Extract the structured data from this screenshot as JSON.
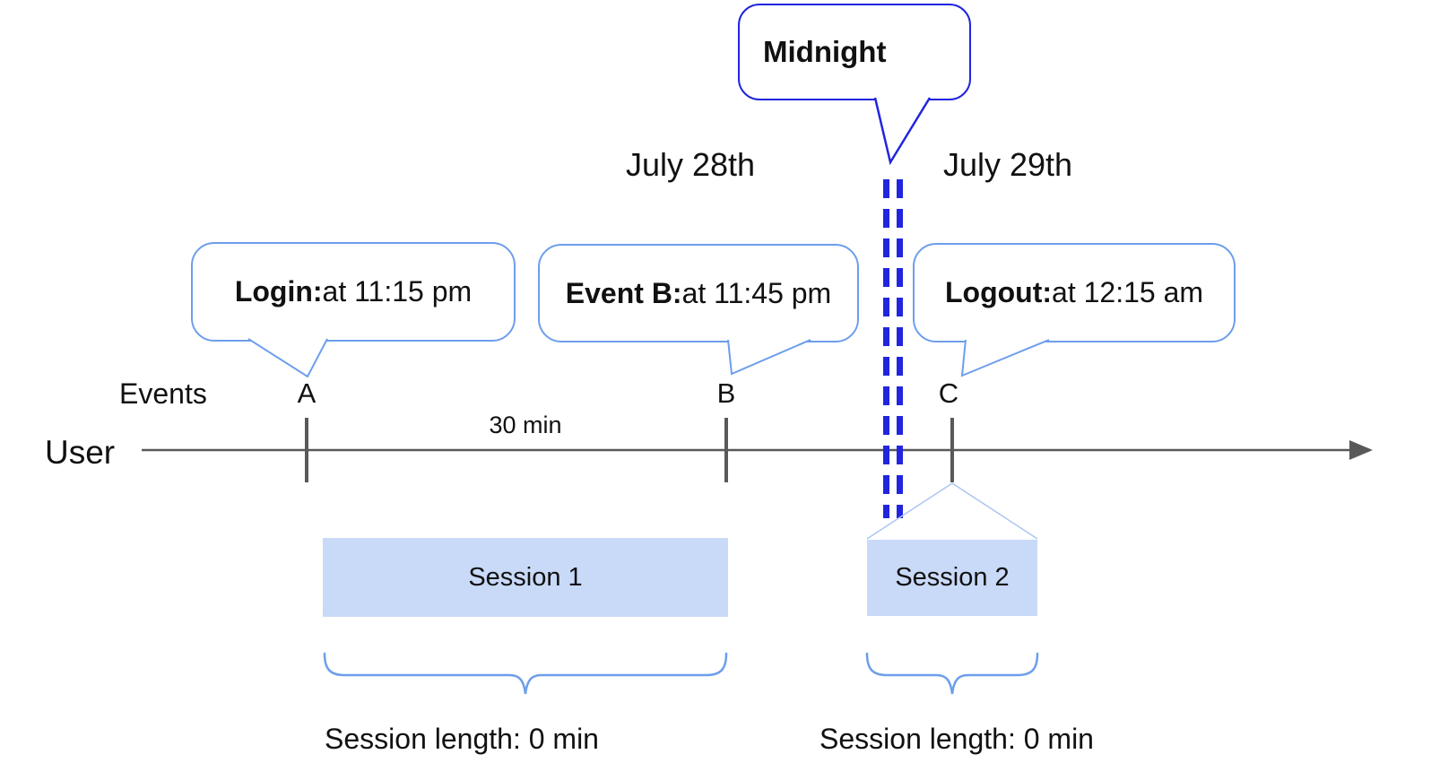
{
  "diagram": {
    "title_context": "user-session-timeline",
    "midnight_callout": {
      "label": "Midnight"
    },
    "dates": {
      "left": "July 28th",
      "right": "July 29th"
    },
    "event_callouts": [
      {
        "label": "Login:",
        "value": " at 11:15 pm",
        "event": "A"
      },
      {
        "label": "Event B:",
        "value": " at 11:45 pm",
        "event": "B"
      },
      {
        "label": "Logout:",
        "value": " at 12:15 am",
        "event": "C"
      }
    ],
    "timeline": {
      "row_label": "User",
      "events_label": "Events",
      "event_letters": [
        "A",
        "B",
        "C"
      ],
      "interval_label": "30 min"
    },
    "sessions": [
      {
        "name": "Session 1",
        "length_label": "Session length: 0 min"
      },
      {
        "name": "Session 2",
        "length_label": "Session length: 0 min"
      }
    ],
    "colors": {
      "accent_light_blue": "#6d9eeb",
      "accent_dark_blue": "#2125e0",
      "session_fill": "#c9daf8",
      "funnel_light_blue": "#abc6f2",
      "timeline_gray": "#595959",
      "text": "#111111"
    }
  }
}
